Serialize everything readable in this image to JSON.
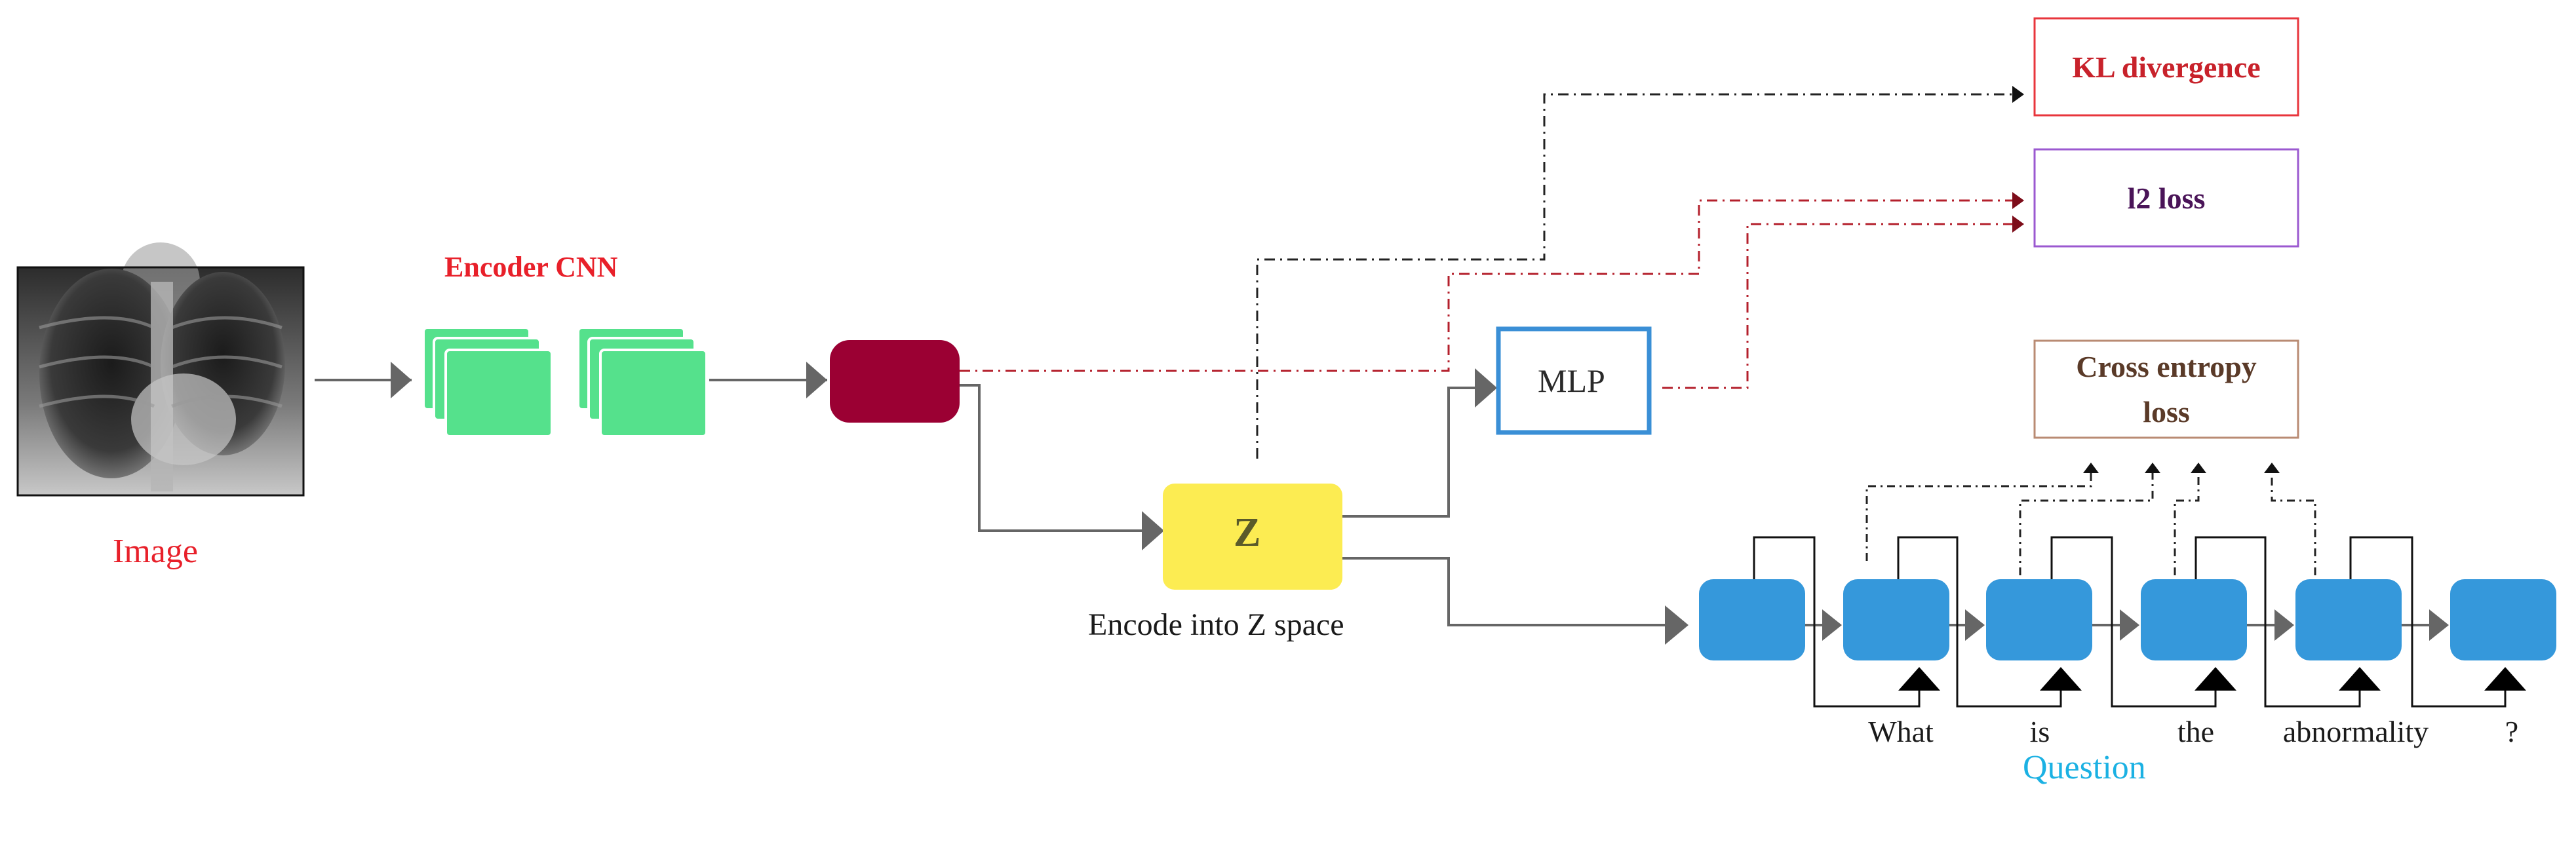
{
  "labels": {
    "image": "Image",
    "encoder": "Encoder CNN",
    "encode_z": "Encode into Z space",
    "z": "Z",
    "mlp": "MLP",
    "question": "Question"
  },
  "losses": {
    "kl": "KL divergence",
    "l2": "l2 loss",
    "ce_line1": "Cross entropy",
    "ce_line2": "loss"
  },
  "question_words": [
    "What",
    "is",
    "the",
    "abnormality",
    "?"
  ],
  "colors": {
    "encoder_cards": "#55e18c",
    "feature_block": "#9b0033",
    "z_box": "#fcec52",
    "rnn_cells": "#3598db",
    "mlp_border": "#3a8fd6",
    "kl_border": "#e8353c",
    "kl_text": "#c8222b",
    "l2_border": "#9b59d0",
    "l2_text": "#4a1458",
    "ce_border": "#b98b73",
    "ce_text": "#5a3a28",
    "arrow_gray": "#666666",
    "dash_red": "#b4202c",
    "dash_dark": "#222222"
  },
  "icons": [
    "chest-xray-image"
  ]
}
